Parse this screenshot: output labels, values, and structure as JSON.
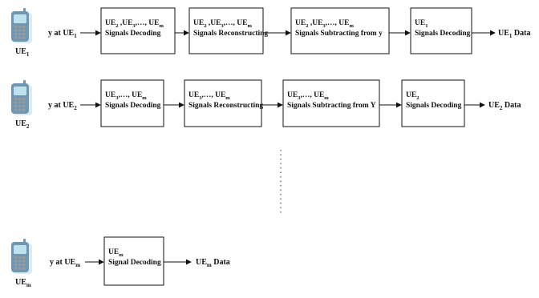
{
  "rows": [
    {
      "device_label": "UE",
      "device_sub": "1",
      "input_label": "y at UE",
      "input_sub": "1",
      "boxes": [
        {
          "line1": [
            [
              "UE",
              "2"
            ],
            [
              " ,UE",
              ""
            ],
            [
              "",
              "3"
            ],
            [
              ",…, UE",
              ""
            ],
            [
              "",
              "m"
            ]
          ],
          "line2": "Signals Decoding"
        },
        {
          "line1": [
            [
              "UE",
              "2"
            ],
            [
              " ,UE",
              ""
            ],
            [
              "",
              "3"
            ],
            [
              ",…, UE",
              ""
            ],
            [
              "",
              "m"
            ]
          ],
          "line2": "Signals Reconstructing"
        },
        {
          "line1": [
            [
              "UE",
              "2"
            ],
            [
              " ,UE",
              ""
            ],
            [
              "",
              "3"
            ],
            [
              ",…, UE",
              ""
            ],
            [
              "",
              "m"
            ]
          ],
          "line2": "Signals Subtracting from y"
        },
        {
          "line1": [
            [
              "UE",
              "1"
            ]
          ],
          "line2": "Signals Decoding"
        }
      ],
      "output_label": "UE",
      "output_sub": "1",
      "output_suffix": " Data"
    },
    {
      "device_label": "UE",
      "device_sub": "2",
      "input_label": "y at UE",
      "input_sub": "2",
      "boxes": [
        {
          "line1": [
            [
              "UE",
              "3"
            ],
            [
              ",…, UE",
              ""
            ],
            [
              "",
              "m"
            ]
          ],
          "line2": "Signals Decoding"
        },
        {
          "line1": [
            [
              "UE",
              "3"
            ],
            [
              ",…, UE",
              ""
            ],
            [
              "",
              "m"
            ]
          ],
          "line2": "Signals Reconstructing"
        },
        {
          "line1": [
            [
              "UE",
              "3"
            ],
            [
              ",…, UE",
              ""
            ],
            [
              "",
              "m"
            ]
          ],
          "line2": "Signals Subtracting from Y"
        },
        {
          "line1": [
            [
              "UE",
              "2"
            ]
          ],
          "line2": "Signals Decoding"
        }
      ],
      "output_label": "UE",
      "output_sub": "2",
      "output_suffix": " Data"
    },
    {
      "device_label": "UE",
      "device_sub": "m",
      "input_label": "y at UE",
      "input_sub": "m",
      "boxes": [
        {
          "line1": [
            [
              "UE",
              "m"
            ]
          ],
          "line2": "Signal Decoding"
        }
      ],
      "output_label": "UE",
      "output_sub": "m",
      "output_suffix": " Data"
    }
  ],
  "colors": {
    "phone_body": "#6f97b3",
    "phone_screen": "#bfe3ee",
    "phone_keys": "#9b9b9b",
    "phone_shadow": "#d7ecf5"
  }
}
